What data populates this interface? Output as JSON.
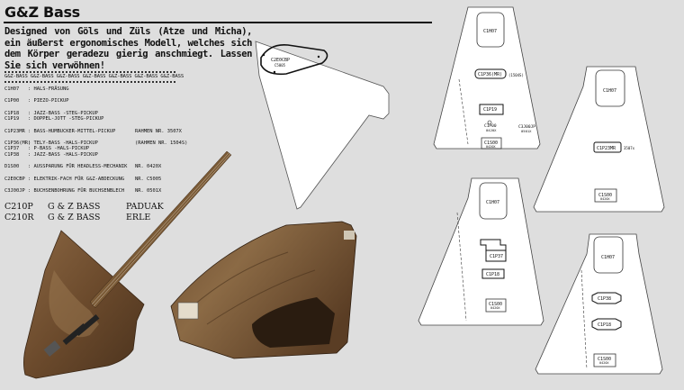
{
  "title": "G&Z Bass",
  "intro": "Designed von Göls und Züls (Atze und Micha), ein äußerst ergonomisches Modell, welches sich dem Körper geradezu gierig anschmiegt. Lassen Sie sich verwöhnen!",
  "header_line": "G&Z-BASS  G&Z-BASS G&Z-BASS G&Z-BASS G&Z-BASS G&Z-BASS G&Z-BASS",
  "parts": [
    {
      "code": "C1H07",
      "desc": ": HALS-FRÄSUNG",
      "extra": ""
    },
    {
      "code": "C1P00",
      "desc": ": PIEZO-PICKUP",
      "extra": ""
    },
    {
      "code": "C1P18",
      "desc": ": JAZZ-BASS     -STEG-PICKUP",
      "extra": ""
    },
    {
      "code": "C1P19",
      "desc": ": DOPPEL-JOTT    -STEG-PICKUP",
      "extra": ""
    },
    {
      "code": "C1P23MR",
      "desc": ": BASS-HUMBUCKER-MITTEL-PICKUP",
      "extra": "RAHMEN NR. 3507X"
    },
    {
      "code": "C1P36(MR)",
      "desc": ": TELY-BASS      -HALS-PICKUP",
      "extra": "(RAHMEN NR. 1504S)"
    },
    {
      "code": "C1P37",
      "desc": ": P-BASS        -HALS-PICKUP",
      "extra": ""
    },
    {
      "code": "C1P38",
      "desc": ": JAZZ-BASS     -HALS-PICKUP",
      "extra": ""
    },
    {
      "code": "D1S00",
      "desc": ": AUSSPARUNG FÜR HEADLESS-MECHANIK",
      "extra": "NR. 0420X"
    },
    {
      "code": "C2E0CBP",
      "desc": ": ELEKTRIK-FACH FÜR G&Z-ABDECKUNG",
      "extra": "NR. C5005"
    },
    {
      "code": "C3J00JP",
      "desc": ": BUCHSENBOHRUNG FÜR BUCHSENBLECH",
      "extra": "NR. 0501X"
    }
  ],
  "models": [
    {
      "code": "C210P",
      "name": "G & Z BASS",
      "wood": "PADUAK"
    },
    {
      "code": "C210R",
      "name": "G & Z BASS",
      "wood": "ERLE"
    }
  ],
  "templates": {
    "cover_plate": {
      "code": "C2E0CBP",
      "sub": "C5005"
    },
    "t1": {
      "neck": "C1H07",
      "pickup1": "C1P36(MR)",
      "pickup1_note": "(1504S)",
      "pickup2": "C1P19",
      "piezo": "C1P00",
      "piezo_sub": "0420X",
      "jack": "C3J00JP",
      "jack_sub": "0501X",
      "bridge": "C1S00",
      "bridge_sub": "0420X"
    },
    "t2": {
      "neck": "C1H07",
      "pickup": "C1P23MR",
      "pickup_note": "3507x",
      "bridge": "C1S00",
      "bridge_sub": "0420X"
    },
    "t3": {
      "neck": "C1H07",
      "pickup1": "C1P37",
      "pickup2": "C1P18",
      "bridge": "C1S00",
      "bridge_sub": "0420X"
    },
    "t4": {
      "neck": "C1H07",
      "pickup1": "C1P38",
      "pickup2": "C1P18",
      "bridge": "C1S00",
      "bridge_sub": "0420X"
    }
  },
  "colors": {
    "background": "#dedede",
    "wood_dark": "#5a3d24",
    "wood_light": "#8a6642",
    "template_fill": "#ffffff"
  }
}
